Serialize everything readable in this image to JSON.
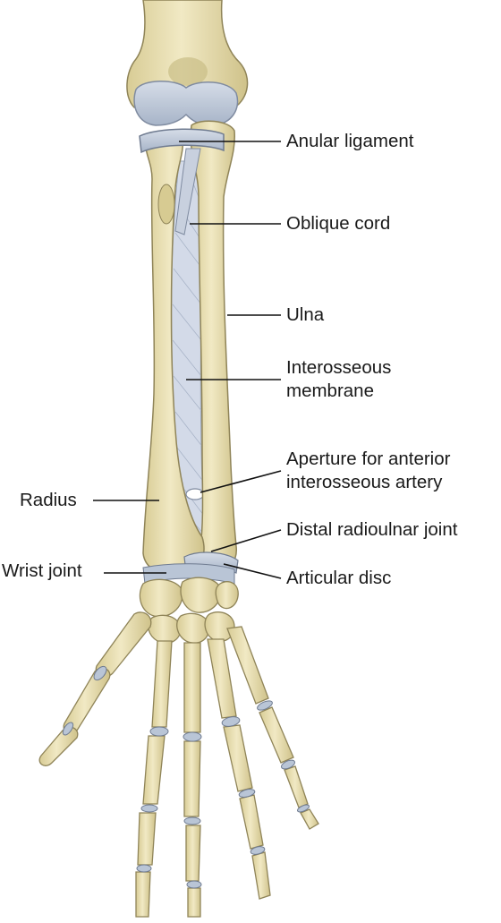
{
  "labels": {
    "anular_ligament": "Anular ligament",
    "oblique_cord": "Oblique cord",
    "ulna": "Ulna",
    "interosseous_membrane": [
      "Interosseous",
      "membrane"
    ],
    "aperture": [
      "Aperture for anterior",
      "interosseous artery"
    ],
    "distal_radioulnar_joint": "Distal radioulnar joint",
    "articular_disc": "Articular disc",
    "radius": "Radius",
    "wrist_joint": "Wrist joint"
  },
  "colors": {
    "bone": "#ece3b8",
    "bone_shadow": "#c9bd86",
    "bone_outline": "#8f8458",
    "cartilage": "#b9c5d6",
    "membrane": "#d3dae8",
    "leader": "#111111"
  }
}
